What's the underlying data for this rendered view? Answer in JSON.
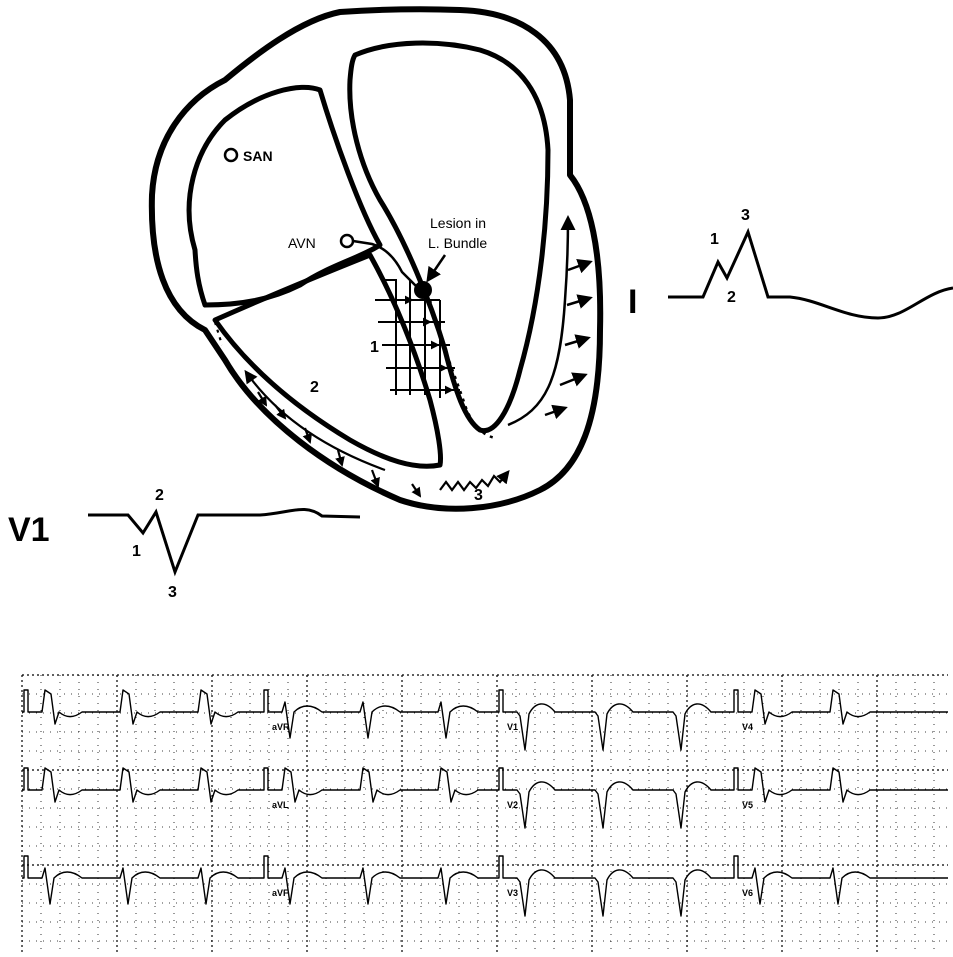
{
  "diagram": {
    "labels": {
      "san": "SAN",
      "avn": "AVN",
      "lesion_line1": "Lesion in",
      "lesion_line2": "L. Bundle",
      "step1": "1",
      "step2": "2",
      "step3": "3"
    },
    "lead_i": {
      "name": "I",
      "wave_labels": [
        "1",
        "2",
        "3"
      ]
    },
    "lead_v1": {
      "name": "V1",
      "wave_labels": [
        "2",
        "1",
        "3"
      ]
    }
  },
  "ecg_strip": {
    "rows": 3,
    "lead_labels": [
      [
        "aVR",
        "V1",
        "V4"
      ],
      [
        "aVL",
        "V2",
        "V5"
      ],
      [
        "aVF",
        "V3",
        "V6"
      ]
    ],
    "colors": {
      "trace": "#000000",
      "grid": "#000000",
      "background": "#ffffff"
    }
  }
}
